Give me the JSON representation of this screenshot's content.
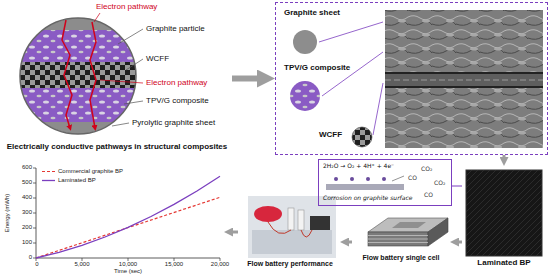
{
  "diagram": {
    "nodes": [
      {
        "text": [
          "Electrically conductive pathways in structural composites"
        ]
      },
      {
        "text": [
          "Graphite sheet",
          "TPV/G composite",
          "WCFF"
        ]
      },
      {
        "text": [
          "Laminated BP"
        ]
      },
      {
        "text": [
          "2H₂O → O₂ + 4H⁺ + 4e⁻",
          "Corrosion on graphite surface"
        ]
      },
      {
        "text": [
          "Flow battery single cell"
        ]
      },
      {
        "text": [
          "Flow battery performance"
        ]
      }
    ],
    "edges": [
      {
        "from": 0,
        "to": 1,
        "arrow": "to"
      },
      {
        "from": 1,
        "to": 2,
        "arrow": "to"
      },
      {
        "from": 3,
        "to": 2,
        "arrow": "none"
      },
      {
        "from": 2,
        "to": 4,
        "arrow": "to"
      },
      {
        "from": 4,
        "to": 5,
        "arrow": "to"
      }
    ],
    "labels": [
      "Electron pathway",
      "Graphite particle",
      "WCFF",
      "Electron pathway",
      "TPV/G composite",
      "Pyrolytic graphite sheet",
      "CO",
      "CO₂",
      "CO₂",
      "CO",
      "0",
      "100",
      "200",
      "300",
      "400",
      "500",
      "600",
      "0",
      "5,000",
      "10,000",
      "15,000",
      "20,000",
      "Energy (mWh)",
      "Time (sec)"
    ],
    "legend": [
      {
        "text": "Commercial graphite BP"
      },
      {
        "text": "Laminated BP"
      }
    ]
  }
}
